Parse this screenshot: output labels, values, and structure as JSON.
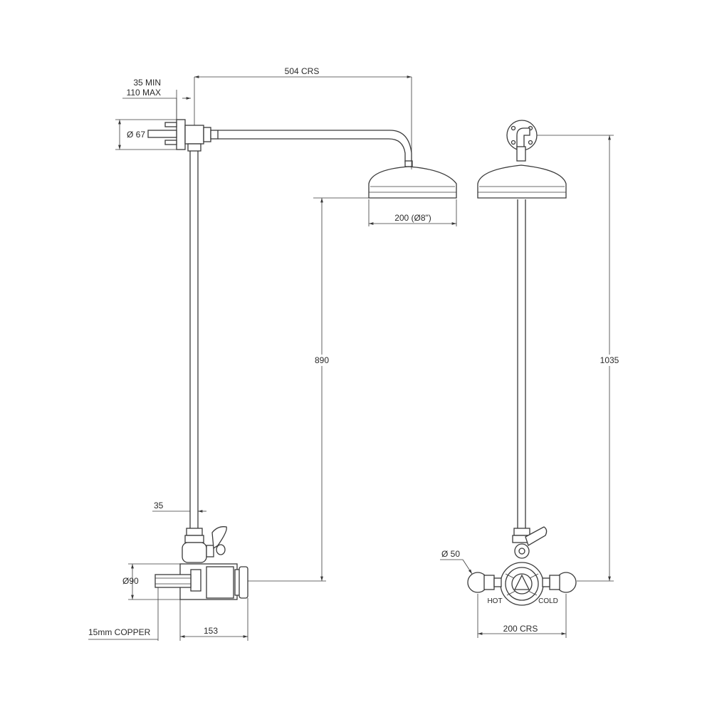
{
  "dimensions": {
    "arm_crs": "504 CRS",
    "wall_min": "35 MIN",
    "wall_max": "110 MAX",
    "flange_dia": "Ø 67",
    "head_dia": "200 (Ø8\")",
    "riser_height": "890",
    "overall_height": "1035",
    "inlet_offset": "35",
    "valve_dia": "Ø90",
    "pipe_spec": "15mm COPPER",
    "valve_depth": "153",
    "inlet_dia": "Ø 50",
    "inlet_crs": "200 CRS"
  },
  "labels": {
    "hot": "HOT",
    "cold": "COLD"
  }
}
